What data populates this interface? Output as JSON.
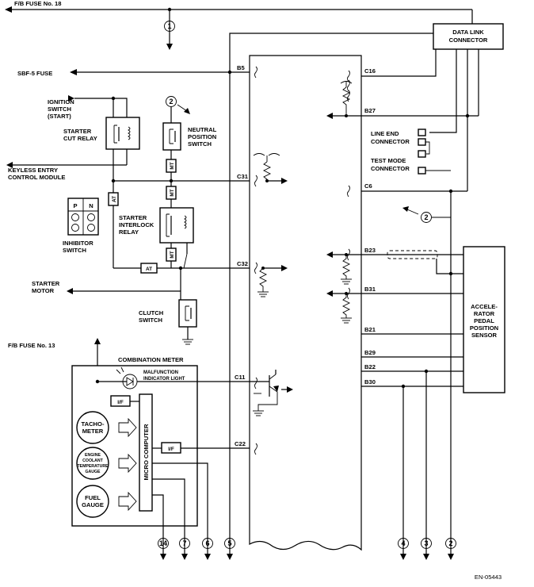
{
  "labels": {
    "fb_fuse_18": "F/B FUSE No. 18",
    "sbf5_fuse": "SBF-5 FUSE",
    "ignition_switch": [
      "IGNITION",
      "SWITCH",
      "(START)"
    ],
    "starter_cut_relay": [
      "STARTER",
      "CUT RELAY"
    ],
    "keyless_entry": [
      "KEYLESS ENTRY",
      "CONTROL MODULE"
    ],
    "neutral_switch": [
      "NEUTRAL",
      "POSITION",
      "SWITCH"
    ],
    "starter_interlock": [
      "STARTER",
      "INTERLOCK",
      "RELAY"
    ],
    "inhibitor_switch": [
      "INHIBITOR",
      "SWITCH"
    ],
    "inhibitor_p": "P",
    "inhibitor_n": "N",
    "starter_motor": [
      "STARTER",
      "MOTOR"
    ],
    "clutch_switch": [
      "CLUTCH",
      "SWITCH"
    ],
    "fb_fuse_13": "F/B FUSE No. 13",
    "combination_meter": "COMBINATION METER",
    "mil": [
      "MALFUNCTION",
      "INDICATOR LIGHT"
    ],
    "tachometer": [
      "TACHO-",
      "METER"
    ],
    "coolant_gauge": [
      "ENGINE",
      "COOLANT",
      "TEMPERATURE",
      "GAUGE"
    ],
    "fuel_gauge": [
      "FUEL",
      "GAUGE"
    ],
    "micro_computer": "MICRO COMPUTER",
    "if_label": "I/F",
    "data_link": [
      "DATA LINK",
      "CONNECTOR"
    ],
    "line_end": [
      "LINE END",
      "CONNECTOR"
    ],
    "test_mode": [
      "TEST MODE",
      "CONNECTOR"
    ],
    "accel_sensor": [
      "ACCELE-",
      "RATOR",
      "PEDAL",
      "POSITION",
      "SENSOR"
    ],
    "at_tag": "AT",
    "mt_tag": "MT",
    "figure_code": "EN-05443"
  },
  "pins": {
    "b5": "B5",
    "c16": "C16",
    "b27": "B27",
    "c31": "C31",
    "c6": "C6",
    "b23": "B23",
    "c32": "C32",
    "b31": "B31",
    "b21": "B21",
    "b29": "B29",
    "b22": "B22",
    "b30": "B30",
    "c11": "C11",
    "c22": "C22"
  },
  "refs": {
    "top_1": "1",
    "top_2": "2",
    "mid_2": "2",
    "bottom": [
      "14",
      "7",
      "6",
      "5",
      "4",
      "3",
      "2"
    ]
  }
}
